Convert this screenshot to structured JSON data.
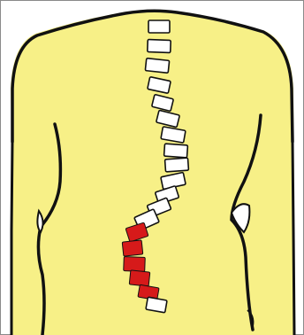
{
  "colors": {
    "background": "#ffffff",
    "frame": "#8a8a8a",
    "skin": "#f7f087",
    "outline": "#111111",
    "vertebra_normal": "#ffffff",
    "vertebra_affected": "#d61a1a"
  },
  "vertebrae": [
    {
      "status": "normal"
    },
    {
      "status": "normal"
    },
    {
      "status": "normal"
    },
    {
      "status": "normal"
    },
    {
      "status": "normal"
    },
    {
      "status": "normal"
    },
    {
      "status": "normal"
    },
    {
      "status": "normal"
    },
    {
      "status": "normal"
    },
    {
      "status": "normal"
    },
    {
      "status": "normal"
    },
    {
      "status": "normal"
    },
    {
      "status": "normal"
    },
    {
      "status": "affected"
    },
    {
      "status": "affected"
    },
    {
      "status": "affected"
    },
    {
      "status": "affected"
    },
    {
      "status": "affected"
    },
    {
      "status": "normal"
    }
  ]
}
